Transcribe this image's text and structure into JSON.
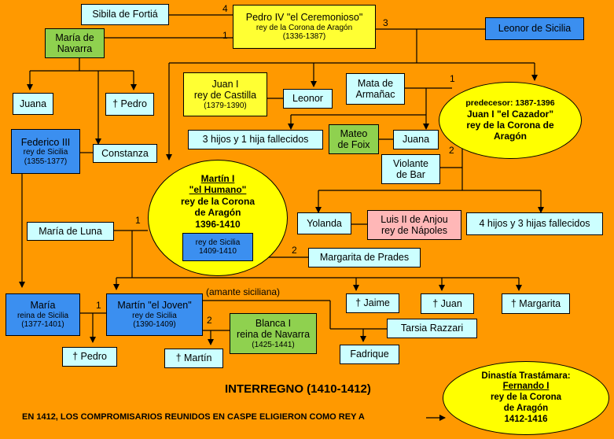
{
  "nodes": {
    "sibila": {
      "name": "Sibila de Fortiá"
    },
    "pedro_iv": {
      "name": "Pedro IV \"el Ceremonioso\"",
      "title": "rey de la Corona de Aragón",
      "years": "(1336-1387)"
    },
    "leonor_sicilia": {
      "name": "Leonor de Sicilia"
    },
    "maria_navarra": {
      "line1": "María de",
      "line2": "Navarra"
    },
    "juana_1": {
      "name": "Juana"
    },
    "pedro_1": {
      "name": "† Pedro"
    },
    "juan_castilla": {
      "line1": "Juan I",
      "line2": "rey de Castilla",
      "years": "(1379-1390)"
    },
    "leonor": {
      "name": "Leonor"
    },
    "mata": {
      "line1": "Mata de",
      "line2": "Armañac"
    },
    "juan_cazador": {
      "pre": "predecesor: 1387-1396",
      "line1": "Juan I \"el Cazador\"",
      "line2": "rey de la Corona de",
      "line3": "Aragón"
    },
    "federico": {
      "name": "Federico III",
      "title": "rey de Sicilia",
      "years": "(1355-1377)"
    },
    "constanza": {
      "name": "Constanza"
    },
    "hijos_3": {
      "name": "3 hijos y 1 hija fallecidos"
    },
    "mateo": {
      "line1": "Mateo",
      "line2": "de Foix"
    },
    "juana_2": {
      "name": "Juana"
    },
    "violante": {
      "line1": "Violante",
      "line2": "de Bar"
    },
    "martin_humano": {
      "line1": "Martín I",
      "line2": "\"el Humano\"",
      "line3": "rey de la Corona",
      "line4": "de Aragón",
      "line5": "1396-1410"
    },
    "martin_sicilia": {
      "title": "rey de Sicilia",
      "years": "1409-1410"
    },
    "yolanda": {
      "name": "Yolanda"
    },
    "luis": {
      "line1": "Luis II de Anjou",
      "line2": "rey de Nápoles"
    },
    "hijos_4": {
      "name": "4 hijos y 3 hijas fallecidos"
    },
    "maria_luna": {
      "name": "María de Luna"
    },
    "margarita_prades": {
      "name": "Margarita de Prades"
    },
    "maria_sicilia": {
      "name": "María",
      "title": "reina de Sicilia",
      "years": "(1377-1401)"
    },
    "martin_joven": {
      "name": "Martín \"el Joven\"",
      "title": "rey de Sicilia",
      "years": "(1390-1409)"
    },
    "amante": {
      "text": "(amante siciliana)"
    },
    "jaime": {
      "name": "† Jaime"
    },
    "juan_hijo": {
      "name": "† Juan"
    },
    "margarita": {
      "name": "† Margarita"
    },
    "tarsia": {
      "name": "Tarsia Razzari"
    },
    "blanca": {
      "line1": "Blanca I",
      "line2": "reina de Navarra",
      "years": "(1425-1441)"
    },
    "fadrique": {
      "name": "Fadrique"
    },
    "pedro_2": {
      "name": "† Pedro"
    },
    "martin_2": {
      "name": "† Martín"
    },
    "fernando": {
      "line1": "Dinastía Trastámara:",
      "line2": "Fernando I",
      "line3": "rey de la Corona",
      "line4": "de Aragón",
      "line5": "1412-1416"
    }
  },
  "marriage_numbers": {
    "sibila": "4",
    "maria_navarra": "1",
    "leonor_sicilia": "3",
    "mata": "1",
    "violante": "2",
    "maria_luna": "1",
    "margarita_prades": "2",
    "maria_sicilia": "1",
    "blanca": "2"
  },
  "interregno": "INTERREGNO (1410-1412)",
  "caspe": "EN 1412, LOS COMPROMISARIOS REUNIDOS EN CASPE ELIGIERON COMO REY A",
  "colors": {
    "background": "#ff9900",
    "light_box": "#ccffff",
    "green_box": "#8fd14f",
    "blue_box": "#3b8ff0",
    "yellow": "#ffff00",
    "pink_box": "#ffb7b7"
  }
}
